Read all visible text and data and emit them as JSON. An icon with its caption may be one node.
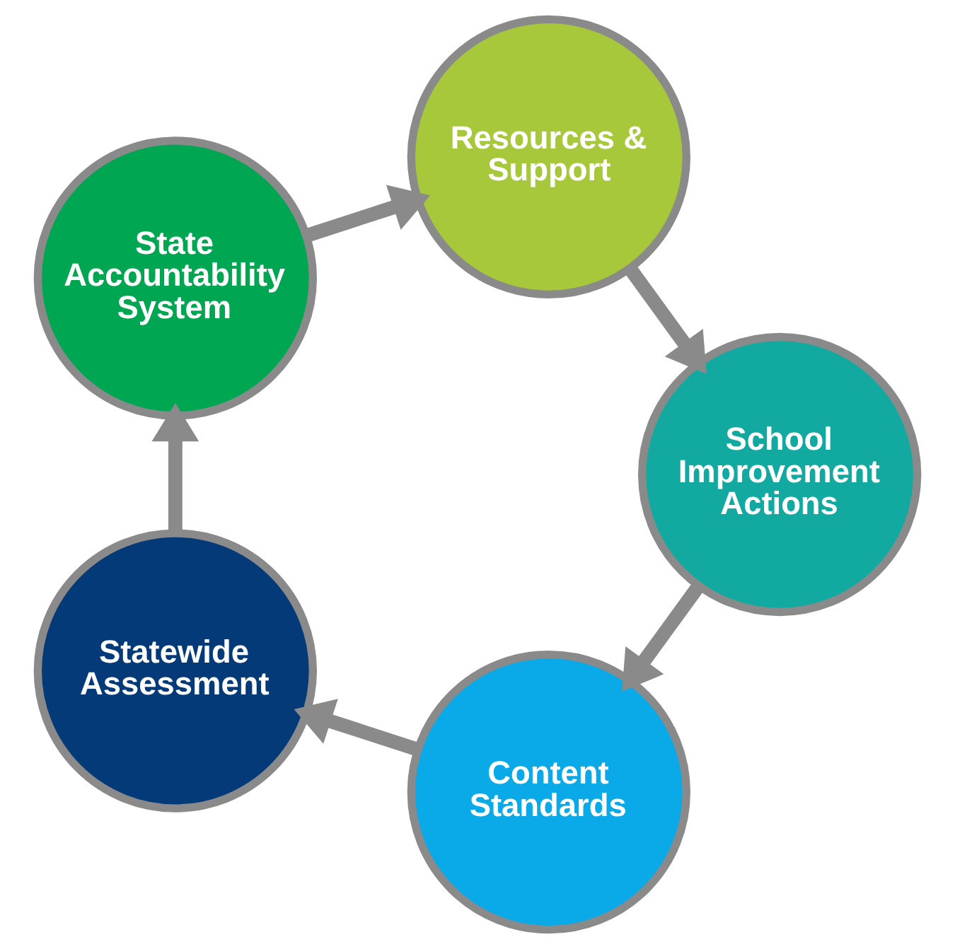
{
  "diagram": {
    "nodes": [
      {
        "text": [
          "Content Standards"
        ]
      },
      {
        "text": [
          "Statewide Assessment"
        ]
      },
      {
        "text": [
          "State Accountability System"
        ]
      },
      {
        "text": [
          "Resources & Support"
        ]
      },
      {
        "text": [
          "School Improvement Actions"
        ]
      }
    ],
    "edges": [
      {
        "from": 0,
        "to": 1,
        "arrow": "to"
      },
      {
        "from": 1,
        "to": 2,
        "arrow": "to"
      },
      {
        "from": 2,
        "to": 3,
        "arrow": "to"
      },
      {
        "from": 3,
        "to": 4,
        "arrow": "to"
      },
      {
        "from": 4,
        "to": 0,
        "arrow": "to"
      }
    ]
  }
}
